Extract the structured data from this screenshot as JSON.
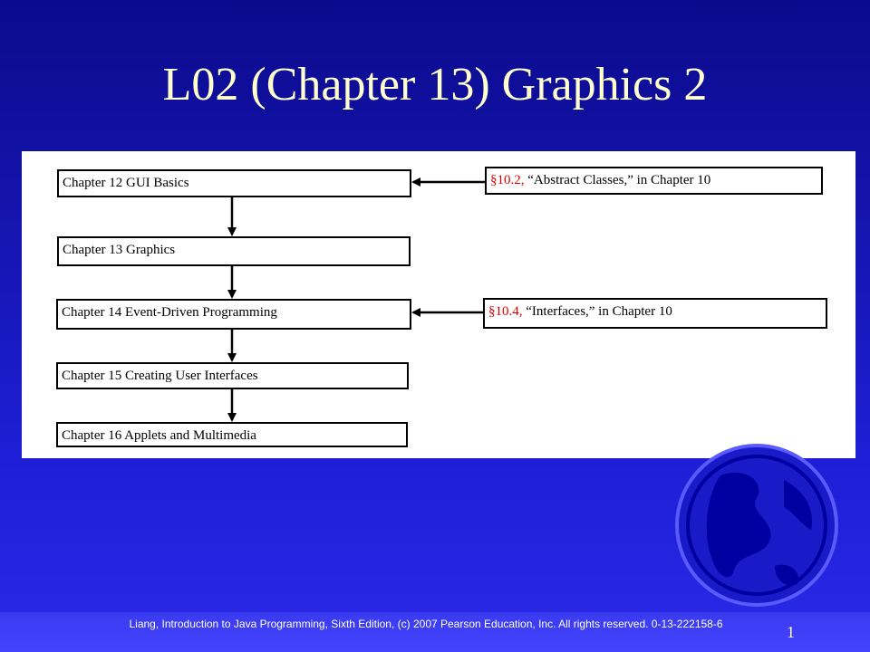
{
  "slide": {
    "title": "L02 (Chapter 13) Graphics 2",
    "footer": "Liang, Introduction to Java Programming, Sixth Edition, (c) 2007 Pearson Education, Inc. All rights reserved. 0-13-222158-6",
    "page_number": "1"
  },
  "diagram": {
    "chapters": [
      "Chapter 12  GUI Basics",
      "Chapter 13  Graphics",
      "Chapter 14  Event-Driven Programming",
      "Chapter 15  Creating User Interfaces",
      "Chapter 16  Applets and Multimedia"
    ],
    "dependencies": [
      {
        "ref": "§10.2, ",
        "text": "“Abstract Classes,” in Chapter 10",
        "target": "Chapter 12  GUI Basics"
      },
      {
        "ref": "§10.4, ",
        "text": "“Interfaces,” in Chapter 10",
        "target": "Chapter 14  Event-Driven Programming"
      }
    ]
  },
  "colors": {
    "background": "#1515b0",
    "title": "#ffffcc",
    "reference": "#e00000"
  },
  "icons": [
    "globe-icon",
    "arrow-down-icon",
    "arrow-left-icon"
  ]
}
